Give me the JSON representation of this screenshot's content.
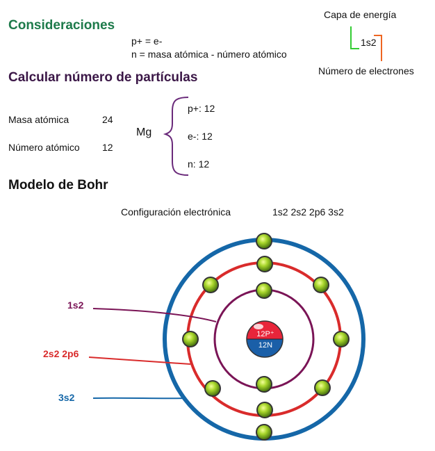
{
  "headings": {
    "considerations": "Consideraciones",
    "calculate": "Calcular número de partículas",
    "bohr": "Modelo de Bohr"
  },
  "considerations": {
    "line1": "p+ = e-",
    "line2": "n  = masa atómica - número atómico"
  },
  "legend": {
    "energy_level": "Capa de energía",
    "notation": "1s2",
    "electrons": "Número de electrones"
  },
  "particles": {
    "mass_label": "Masa atómica",
    "mass_value": "24",
    "atomic_number_label": "Número atómico",
    "atomic_number_value": "12",
    "element": "Mg",
    "protons": "p+: 12",
    "electrons": "e-:  12",
    "neutrons": "n:   12"
  },
  "configuration": {
    "label": "Configuración electrónica",
    "value": "1s2 2s2 2p6 3s2"
  },
  "bohr_model": {
    "nucleus_protons": "12P⁺",
    "nucleus_neutrons": "12N",
    "shells": [
      {
        "label": "1s2",
        "color": "#7a1456",
        "electrons": 2
      },
      {
        "label": "2s2 2p6",
        "color": "#d92b2b",
        "electrons": 8
      },
      {
        "label": "3s2",
        "color": "#1567a8",
        "electrons": 2
      }
    ]
  },
  "colors": {
    "legend_green": "#33cc33",
    "legend_orange": "#ee6622",
    "brace": "#6a2a7a",
    "nucleus_top": "#e8253a",
    "nucleus_bottom": "#1a5fa8",
    "electron": "#9acd32"
  }
}
